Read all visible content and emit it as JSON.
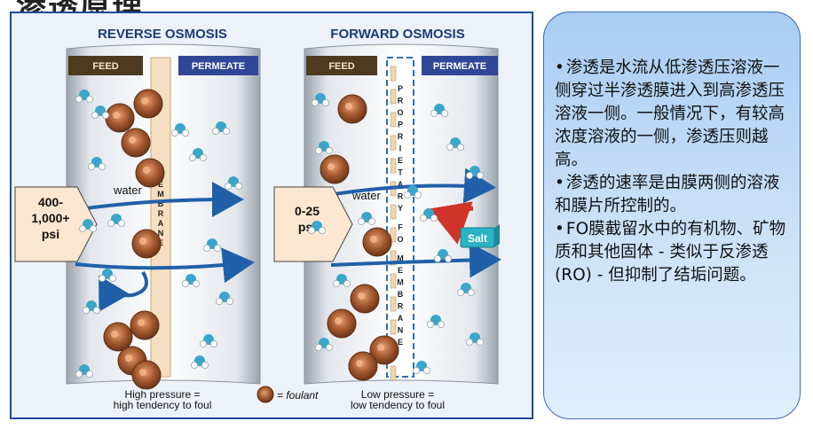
{
  "title_fragment": "渗透原理",
  "diagram": {
    "reverse": {
      "heading": "REVERSE OSMOSIS",
      "feed_label": "FEED",
      "permeate_label": "PERMEATE",
      "membrane_label": "MEMBRANE",
      "water_label": "water",
      "pressure_lines": [
        "400-",
        "1,000+",
        "psi"
      ],
      "caption_lines": [
        "High pressure =",
        "high tendency to foul"
      ]
    },
    "forward": {
      "heading": "FORWARD OSMOSIS",
      "feed_label": "FEED",
      "permeate_label": "PERMEATE",
      "membrane_label": "PROPRIETARY FO MEMBRANE",
      "water_label": "water",
      "pressure_lines": [
        "0-25",
        "psi"
      ],
      "salt_label": "Salt",
      "caption_lines": [
        "Low pressure =",
        "low tendency to foul"
      ]
    },
    "legend_label": "= foulant",
    "colors": {
      "frame": "#1f4a9a",
      "feed_bar": "#4e3a1e",
      "permeate_bar": "#2f4796",
      "arrow": "#2060a8",
      "foulant": "#9c5a34",
      "salt": "#2bb3c4",
      "salt_arrow": "#d0332a",
      "water_oxygen": "#3aa6c9"
    }
  },
  "panel": {
    "bullets": [
      "渗透是水流从低渗透压溶液一侧穿过半渗透膜进入到高渗透压溶液一侧。一般情况下，有较高浓度溶液的一侧，渗透压则越高。",
      "渗透的速率是由膜两侧的溶液和膜片所控制的。",
      "FO膜截留水中的有机物、矿物质和其他固体 - 类似于反渗透(RO) - 但抑制了结垢问题。"
    ],
    "background_color": "#bcd9f6"
  }
}
